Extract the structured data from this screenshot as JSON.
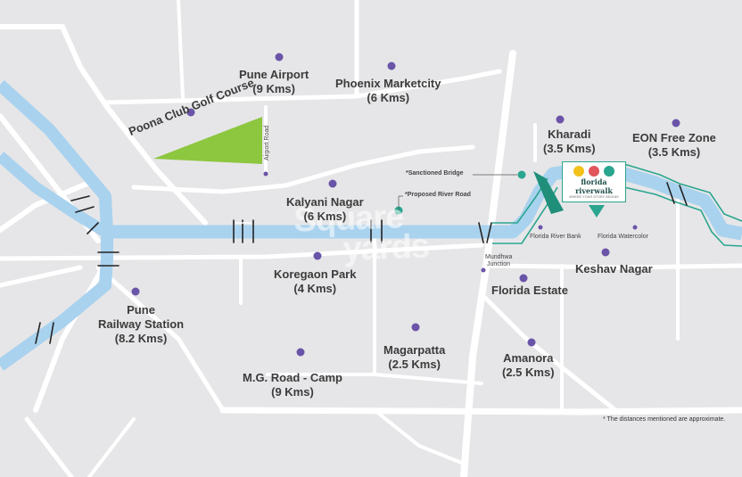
{
  "places": {
    "pune_airport": {
      "name": "Pune Airport",
      "dist": "(9 Kms)"
    },
    "phoenix": {
      "name": "Phoenix Marketcity",
      "dist": "(6 Kms)"
    },
    "golf": {
      "name": "Poona Club Golf Course"
    },
    "airport_road": "Airport Road",
    "kalyani": {
      "name": "Kalyani Nagar",
      "dist": "(6 Kms)"
    },
    "koregaon": {
      "name": "Koregaon Park",
      "dist": "(4 Kms)"
    },
    "railway": {
      "name": "Pune",
      "name2": "Railway Station",
      "dist": "(8.2 Kms)"
    },
    "mg_road": {
      "name": "M.G. Road - Camp",
      "dist": "(9 Kms)"
    },
    "magarpatta": {
      "name": "Magarpatta",
      "dist": "(2.5 Kms)"
    },
    "amanora": {
      "name": "Amanora",
      "dist": "(2.5 Kms)"
    },
    "florida_estate": {
      "name": "Florida Estate"
    },
    "keshav": {
      "name": "Keshav Nagar"
    },
    "kharadi": {
      "name": "Kharadi",
      "dist": "(3.5 Kms)"
    },
    "eon": {
      "name": "EON Free Zone",
      "dist": "(3.5 Kms)"
    }
  },
  "small_labels": {
    "sanctioned_bridge": "*Sanctioned Bridge",
    "proposed_river_road": "*Proposed River Road",
    "mundhwa": "Mundhwa",
    "junction": "Junction",
    "florida_river_bank": "Florida River Bank",
    "florida_watercolor": "Florida Watercolor"
  },
  "brand": {
    "title": "florida riverwalk",
    "tagline": "WHERE YOUR STORY BEGINS"
  },
  "watermark": {
    "line1": "Square",
    "line2": "yards"
  },
  "footnote": "* The distances mentioned are approximate.",
  "colors": {
    "background": "#e6e6e8",
    "road": "#ffffff",
    "river": "#a9d2ee",
    "marker": "#6a54a8",
    "accent": "#2aa58f",
    "golf": "#8dc63f"
  }
}
